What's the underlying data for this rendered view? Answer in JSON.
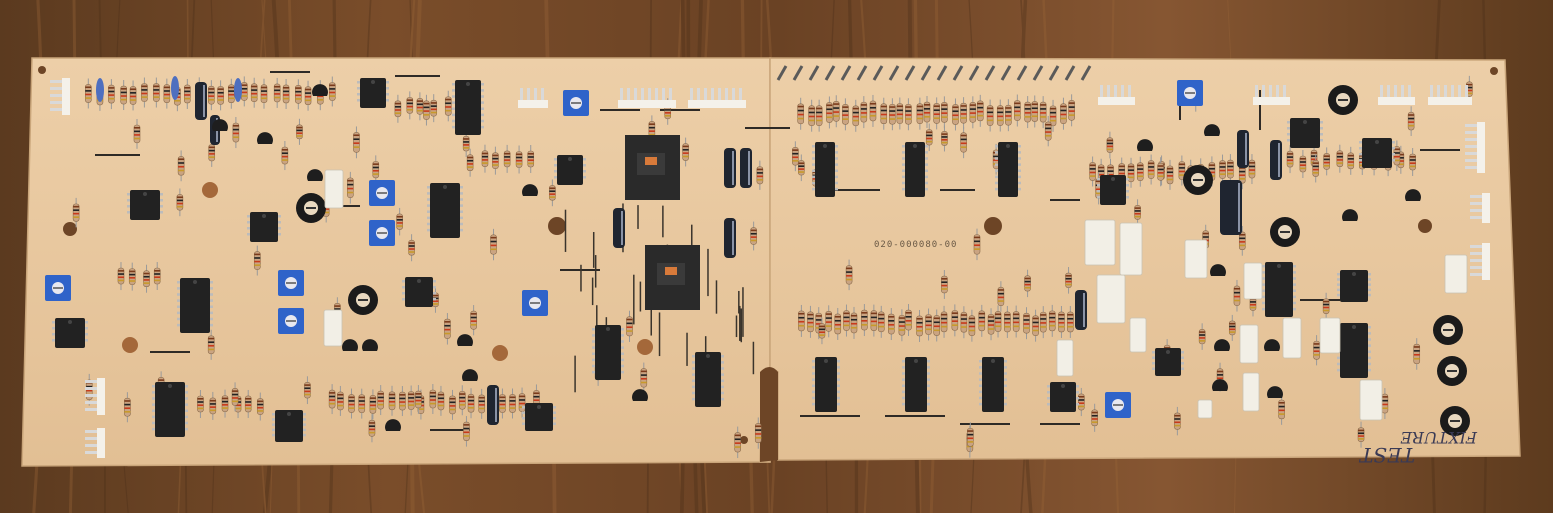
{
  "image": {
    "subject": "Analog circuit board",
    "colors": {
      "wood_dark": "#4a2e18",
      "wood_mid": "#7a4d2a",
      "wood_light": "#9a6638",
      "pcb": "#e9c9a0",
      "pcb_shadow": "#d6b084",
      "ic": "#222222",
      "trimmer_blue": "#2f63c9",
      "resistor_body": "#caa482",
      "capacitor_dark": "#1f2530",
      "relay_white": "#f2efe6"
    }
  },
  "silkscreen": {
    "part_number": "020-000080-00"
  },
  "handwriting": {
    "line1": "TEST",
    "line2": "FIXTURE"
  }
}
